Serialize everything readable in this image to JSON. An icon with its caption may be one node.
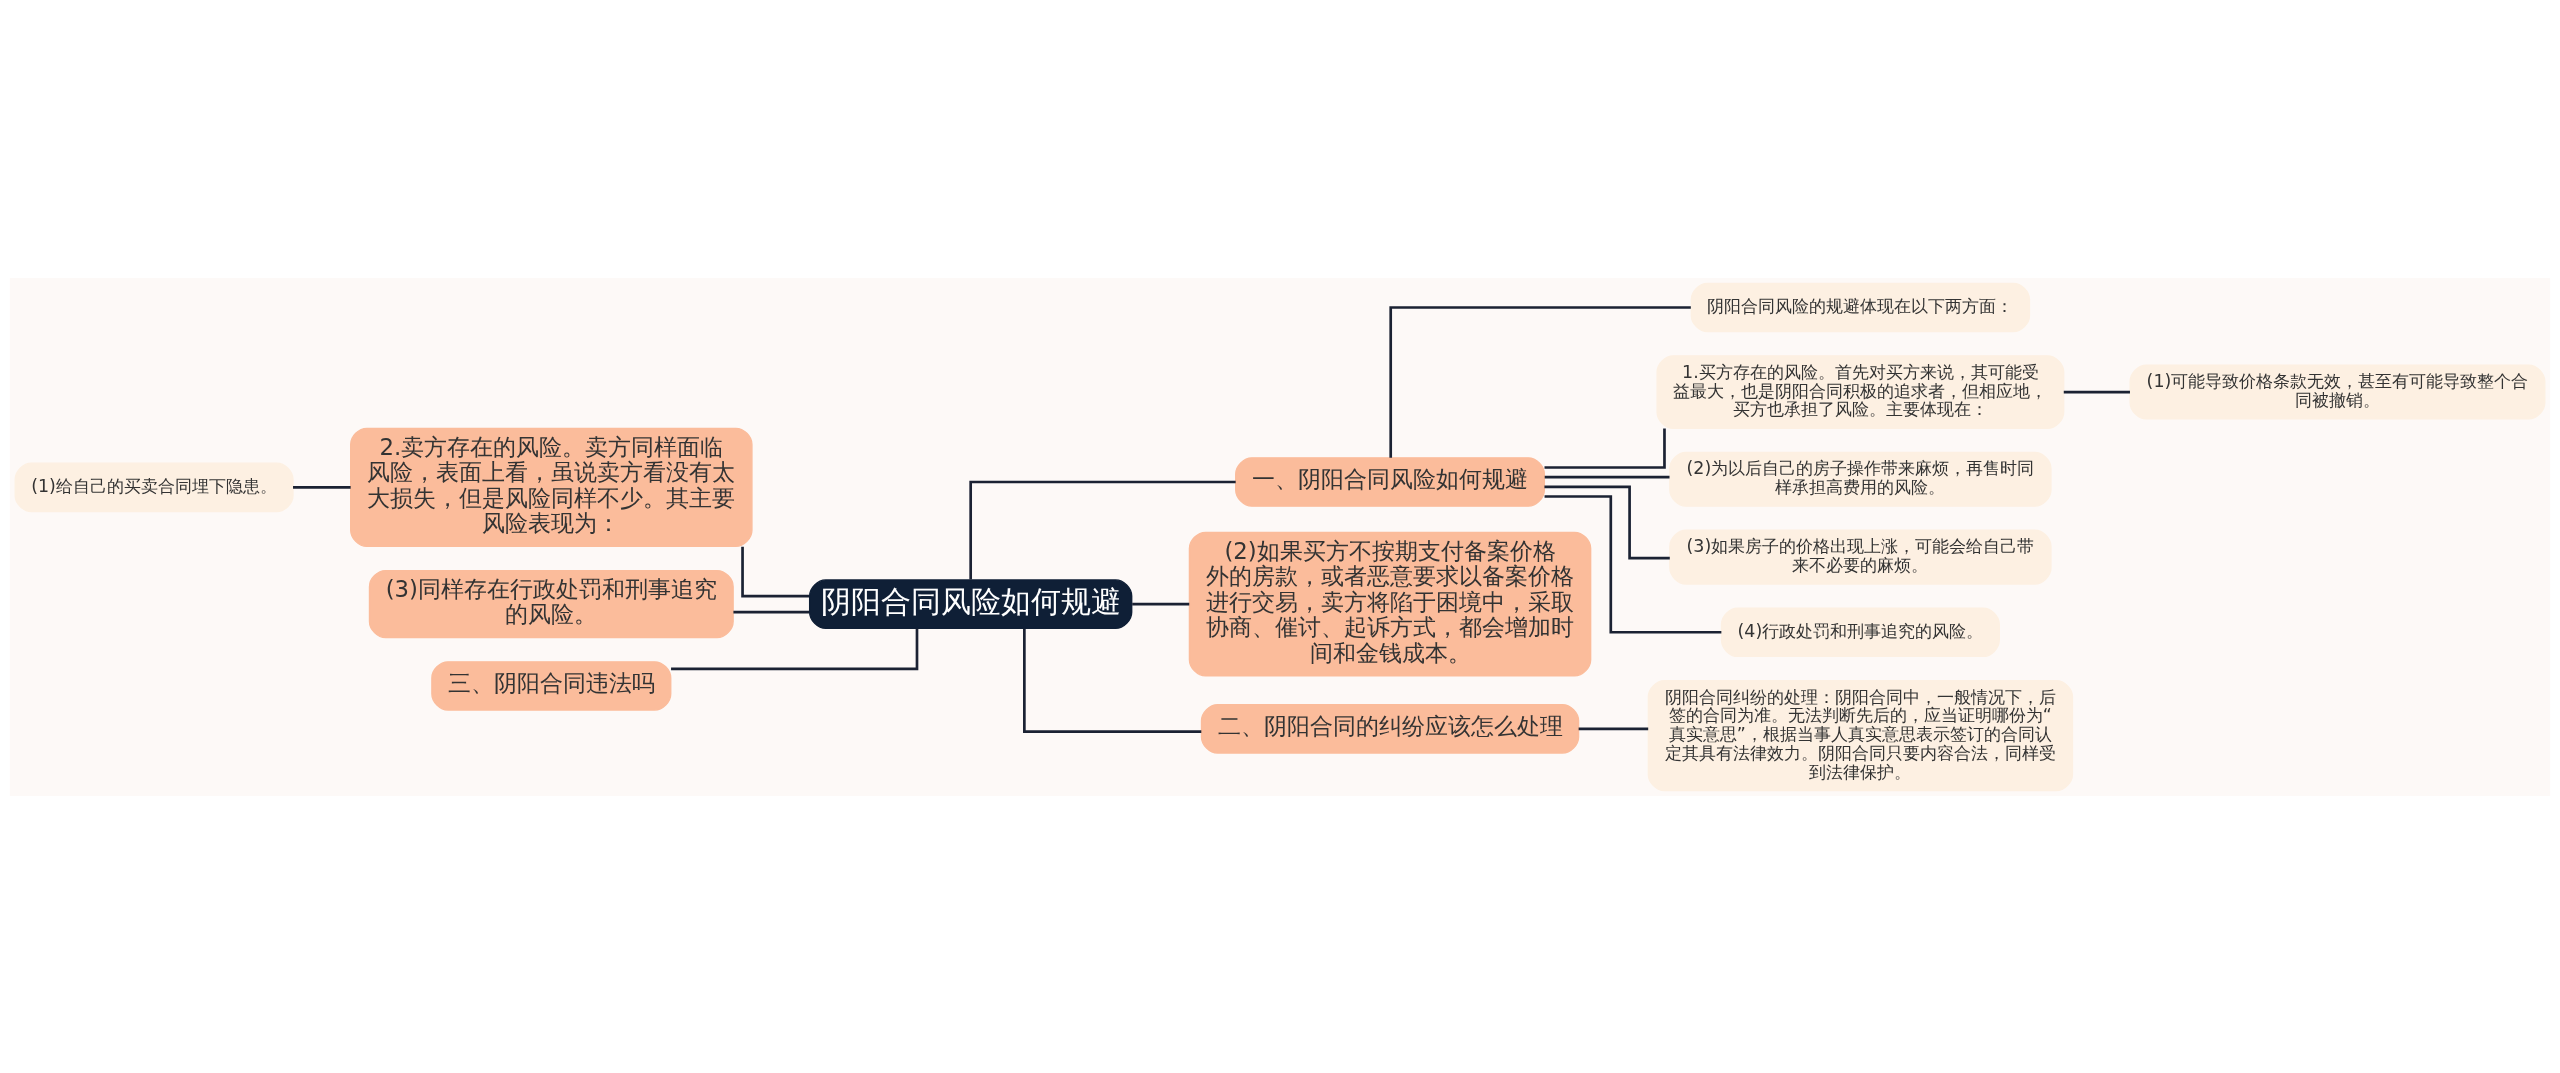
{
  "diagram": {
    "nodes": [
      {
        "text": [
          "阴阳合同风险如何规避"
        ]
      },
      {
        "text": [
          "一、阴阳合同风险如何规避"
        ]
      },
      {
        "text": [
          "阴阳合同风险的规避体现在以下两方面："
        ]
      },
      {
        "text": [
          "1.买方存在的风险。首先对买方来说，其可能受益最大，也是阴阳合同积极的追求者，但相应地，买方也承担了风险。主要体现在："
        ]
      },
      {
        "text": [
          "(1)可能导致价格条款无效，甚至有可能导致整个合同被撤销。"
        ]
      },
      {
        "text": [
          "(2)为以后自己的房子操作带来麻烦，再售时同样承担高费用的风险。"
        ]
      },
      {
        "text": [
          "(3)如果房子的价格出现上涨，可能会给自己带来不必要的麻烦。"
        ]
      },
      {
        "text": [
          "(4)行政处罚和刑事追究的风险。"
        ]
      },
      {
        "text": [
          "(2)如果买方不按期支付备案价格外的房款，或者恶意要求以备案价格进行交易，卖方将陷于困境中，采取协商、催讨、起诉方式，都会增加时间和金钱成本。"
        ]
      },
      {
        "text": [
          "二、阴阳合同的纠纷应该怎么处理"
        ]
      },
      {
        "text": [
          "阴阳合同纠纷的处理：阴阳合同中，一般情况下，后签的合同为准。无法判断先后的，应当证明哪份为“真实意思”，根据当事人真实意思表示签订的合同认定其具有法律效力。阴阳合同只要内容合法，同样受到法律保护。"
        ]
      },
      {
        "text": [
          "2.卖方存在的风险。卖方同样面临风险，表面上看，虽说卖方看没有太大损失，但是风险同样不少。其主要风险表现为："
        ]
      },
      {
        "text": [
          "(1)给自己的买卖合同埋下隐患。"
        ]
      },
      {
        "text": [
          "(3)同样存在行政处罚和刑事追究的风险。"
        ]
      },
      {
        "text": [
          "三、阴阳合同违法吗"
        ]
      }
    ],
    "edges": [
      {
        "from": 0,
        "to": 1,
        "arrow": "none"
      },
      {
        "from": 1,
        "to": 2,
        "arrow": "none"
      },
      {
        "from": 1,
        "to": 3,
        "arrow": "none"
      },
      {
        "from": 3,
        "to": 4,
        "arrow": "none"
      },
      {
        "from": 1,
        "to": 5,
        "arrow": "none"
      },
      {
        "from": 1,
        "to": 6,
        "arrow": "none"
      },
      {
        "from": 1,
        "to": 7,
        "arrow": "none"
      },
      {
        "from": 0,
        "to": 8,
        "arrow": "none"
      },
      {
        "from": 0,
        "to": 9,
        "arrow": "none"
      },
      {
        "from": 9,
        "to": 10,
        "arrow": "none"
      },
      {
        "from": 0,
        "to": 11,
        "arrow": "none"
      },
      {
        "from": 11,
        "to": 12,
        "arrow": "none"
      },
      {
        "from": 0,
        "to": 13,
        "arrow": "none"
      },
      {
        "from": 0,
        "to": 14,
        "arrow": "none"
      }
    ]
  }
}
